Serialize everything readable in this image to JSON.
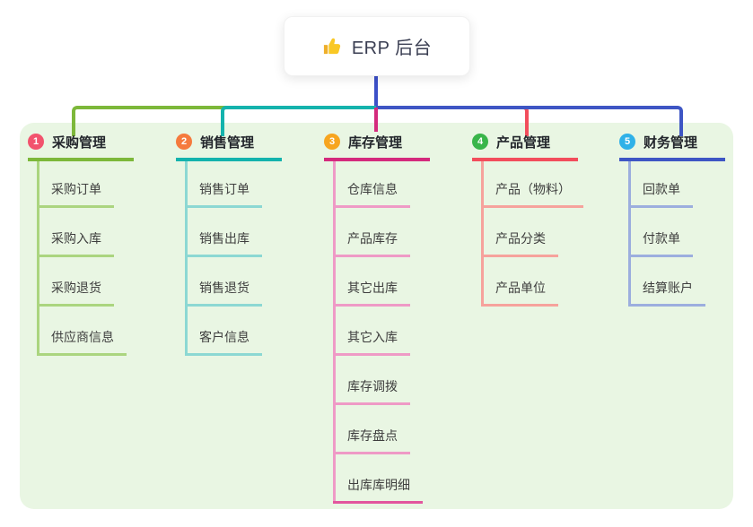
{
  "root": {
    "label": "ERP 后台",
    "icon": "thumbs-up-icon"
  },
  "colors": {
    "root_line": "#3c50c8",
    "panel_bg": "#e9f6e3",
    "drop3": "#d42a7d"
  },
  "branches": [
    {
      "badge": "1",
      "label": "采购管理",
      "badge_color": "#f2536d",
      "line_color": "#7db83a",
      "child_line_color": "#abd57f",
      "children": [
        {
          "label": "采购订单"
        },
        {
          "label": "采购入库"
        },
        {
          "label": "采购退货"
        },
        {
          "label": "供应商信息"
        }
      ]
    },
    {
      "badge": "2",
      "label": "销售管理",
      "badge_color": "#f57a3d",
      "line_color": "#14b3ad",
      "child_line_color": "#8cd8d3",
      "children": [
        {
          "label": "销售订单"
        },
        {
          "label": "销售出库"
        },
        {
          "label": "销售退货"
        },
        {
          "label": "客户信息"
        }
      ]
    },
    {
      "badge": "3",
      "label": "库存管理",
      "badge_color": "#f7a51f",
      "line_color": "#d42a7d",
      "child_line_color": "#ef9ac6",
      "children": [
        {
          "label": "仓库信息"
        },
        {
          "label": "产品库存"
        },
        {
          "label": "其它出库"
        },
        {
          "label": "其它入库"
        },
        {
          "label": "库存调拨"
        },
        {
          "label": "库存盘点"
        },
        {
          "label": "出库库明细",
          "line_color": "#e2569e"
        }
      ]
    },
    {
      "badge": "4",
      "label": "产品管理",
      "badge_color": "#39b54a",
      "line_color": "#f24d5c",
      "child_line_color": "#f6a29c",
      "children": [
        {
          "label": "产品（物料）"
        },
        {
          "label": "产品分类"
        },
        {
          "label": "产品单位"
        }
      ]
    },
    {
      "badge": "5",
      "label": "财务管理",
      "badge_color": "#2fb1e8",
      "line_color": "#3e56c4",
      "child_line_color": "#9caede",
      "children": [
        {
          "label": "回款单"
        },
        {
          "label": "付款单"
        },
        {
          "label": "结算账户"
        }
      ]
    }
  ]
}
